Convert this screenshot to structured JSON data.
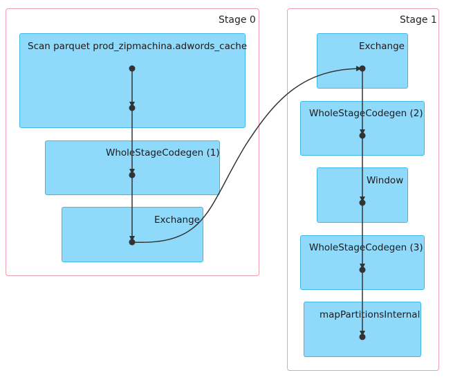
{
  "stages": [
    {
      "label": "Stage 0",
      "nodes": [
        {
          "label": "Scan parquet prod_zipmachina.adwords_cache"
        },
        {
          "label": "WholeStageCodegen (1)"
        },
        {
          "label": "Exchange"
        }
      ]
    },
    {
      "label": "Stage 1",
      "nodes": [
        {
          "label": "Exchange"
        },
        {
          "label": "WholeStageCodegen (2)"
        },
        {
          "label": "Window"
        },
        {
          "label": "WholeStageCodegen (3)"
        },
        {
          "label": "mapPartitionsInternal"
        }
      ]
    }
  ],
  "colors": {
    "node_fill": "#8fd9fb",
    "node_border": "#3fb7e8",
    "stage_border": "#e8a0ac",
    "edge": "#333333"
  }
}
